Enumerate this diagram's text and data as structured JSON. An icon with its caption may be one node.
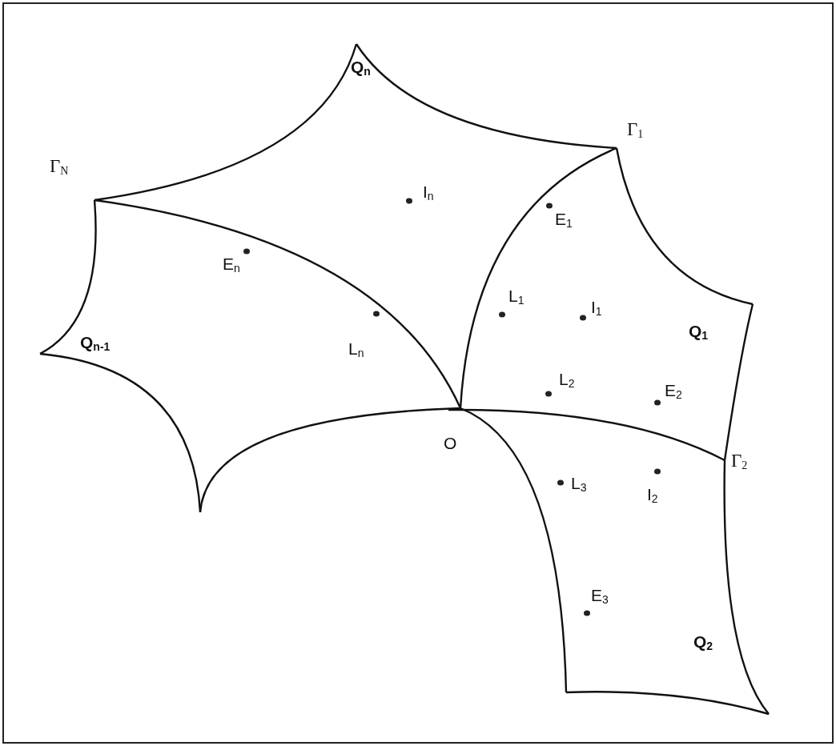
{
  "diagram": {
    "labels": [
      "Q$_{n}$",
      "Γ$_{1}$",
      "Γ$_{N}$",
      "I$_{n}$",
      "E$_{1}$",
      "E$_{n}$",
      "L$_{1}$",
      "I$_{1}$",
      "Q$_{1}$",
      "Q$_{n-1}$",
      "L$_{n}$",
      "L$_{2}$",
      "E$_{2}$",
      "O",
      "Γ$_{2}$",
      "L$_{3}$",
      "I$_{2}$",
      "E$_{3}$",
      "Q$_{2}$"
    ]
  }
}
